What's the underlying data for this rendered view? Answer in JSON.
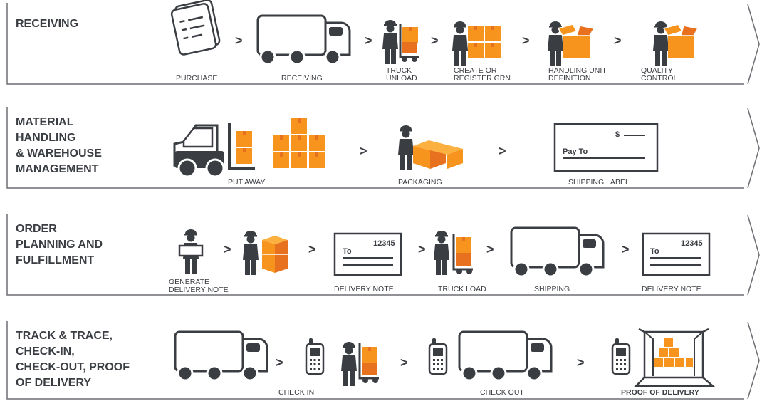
{
  "colors": {
    "dark": "#3a3d42",
    "orange": "#f7941d",
    "orange_dark": "#e8711f",
    "white": "#ffffff"
  },
  "separator": ">",
  "rows": [
    {
      "title": [
        "RECEIVING"
      ],
      "steps": [
        {
          "icon": "purchase-document-icon",
          "label": [
            "PURCHASE"
          ]
        },
        {
          "icon": "truck-icon",
          "label": [
            "RECEIVING"
          ]
        },
        {
          "icon": "worker-hand-truck-icon",
          "label": [
            "TRUCK",
            "UNLOAD"
          ]
        },
        {
          "icon": "worker-boxes-icon",
          "label": [
            "CREATE OR",
            "REGISTER GRN"
          ]
        },
        {
          "icon": "worker-open-box-icon",
          "label": [
            "HANDLING UNIT",
            "DEFINITION"
          ]
        },
        {
          "icon": "worker-open-box-icon",
          "label": [
            "QUALITY",
            "CONTROL"
          ]
        }
      ]
    },
    {
      "title": [
        "MATERIAL",
        "HANDLING",
        "& WAREHOUSE",
        "MANAGEMENT"
      ],
      "steps": [
        {
          "icon": "forklift-icon",
          "label": [
            "PUT AWAY"
          ]
        },
        {
          "icon": "worker-packaging-icon",
          "label": [
            "PACKAGING"
          ]
        },
        {
          "icon": "shipping-label-icon",
          "label": [
            "SHIPPING LABEL"
          ],
          "fields": {
            "amount": "$",
            "pay_to": "Pay To"
          }
        }
      ]
    },
    {
      "title": [
        "ORDER",
        "PLANNING AND",
        "FULFILLMENT"
      ],
      "steps": [
        {
          "icon": "worker-sign-icon",
          "label": [
            "GENERATE",
            "DELIVERY NOTE"
          ]
        },
        {
          "icon": "worker-stacked-box-icon",
          "label": []
        },
        {
          "icon": "delivery-note-icon",
          "label": [
            "DELIVERY NOTE"
          ],
          "fields": {
            "to": "To",
            "number": "12345"
          }
        },
        {
          "icon": "worker-hand-truck-icon",
          "label": [
            "TRUCK LOAD"
          ]
        },
        {
          "icon": "truck-icon",
          "label": [
            "SHIPPING"
          ]
        },
        {
          "icon": "delivery-note-icon",
          "label": [
            "DELIVERY NOTE"
          ],
          "fields": {
            "to": "To",
            "number": "12345"
          }
        }
      ]
    },
    {
      "title": [
        "TRACK & TRACE,",
        "CHECK-IN,",
        "CHECK-OUT, PROOF",
        "OF DELIVERY"
      ],
      "steps": [
        {
          "icon": "truck-icon",
          "label": []
        },
        {
          "icon": "handheld-scanner-icon",
          "label": [
            "CHECK IN"
          ]
        },
        {
          "icon": "handheld-scanner-icon",
          "label": [
            "CHECK OUT"
          ]
        },
        {
          "icon": "handheld-scanner-icon",
          "label": [
            "PROOF OF DELIVERY"
          ]
        }
      ]
    }
  ]
}
